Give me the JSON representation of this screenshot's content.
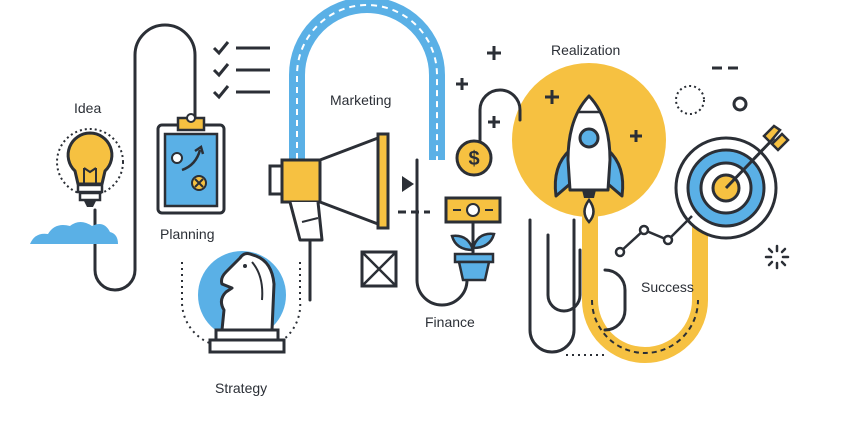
{
  "labels": {
    "idea": "Idea",
    "planning": "Planning",
    "marketing": "Marketing",
    "strategy": "Strategy",
    "finance": "Finance",
    "realization": "Realization",
    "success": "Success"
  },
  "symbols": {
    "currency": "$"
  },
  "colors": {
    "outline": "#2b2f36",
    "blue": "#5ab0e6",
    "yellow": "#f6c141",
    "white": "#ffffff"
  },
  "icons": [
    "lightbulb-icon",
    "clipboard-icon",
    "checklist-icon",
    "chess-knight-icon",
    "megaphone-icon",
    "coin-icon",
    "money-plant-icon",
    "rocket-icon",
    "target-icon",
    "arrow-icon",
    "sparkle-icon"
  ]
}
